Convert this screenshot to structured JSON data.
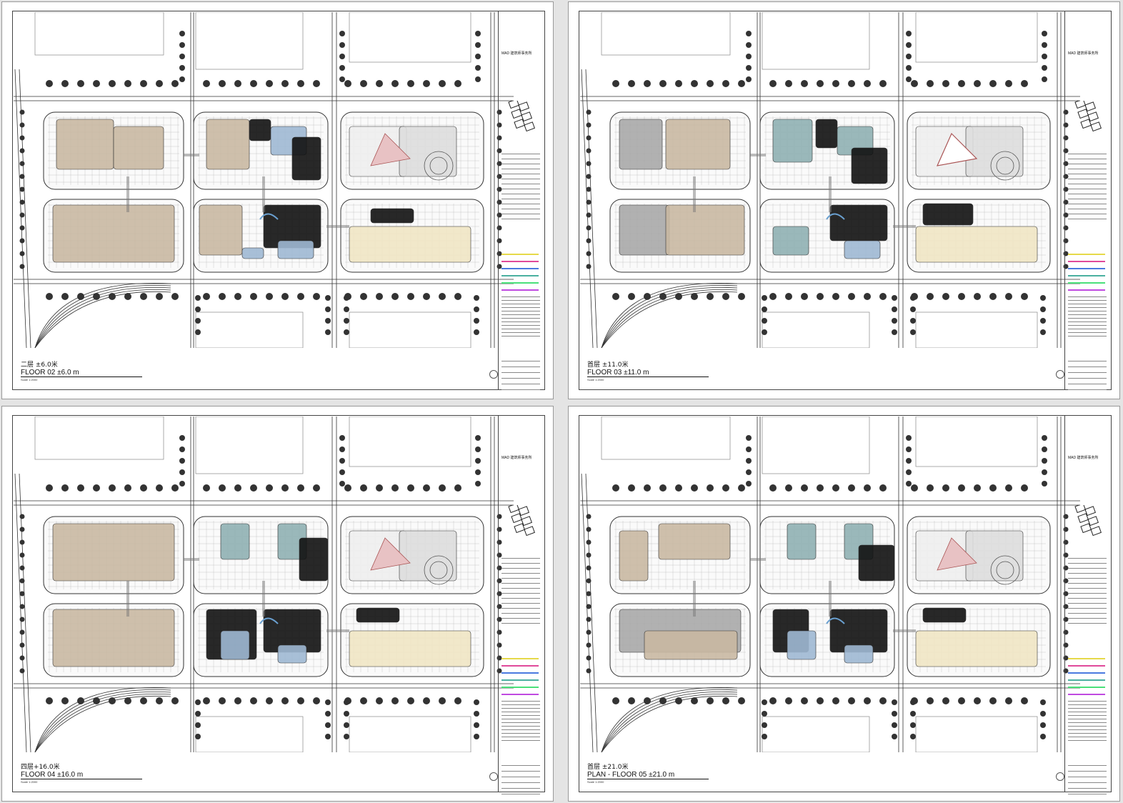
{
  "sheets": [
    {
      "id": "floor02",
      "title_cn": "二层 ±6.0米",
      "title_en": "FLOOR 02 ±6.0 m",
      "scale": "Scale 1:2000",
      "firm": "MAD 建筑师事务所"
    },
    {
      "id": "floor03",
      "title_cn": "首层 ±11.0米",
      "title_en": "FLOOR 03 ±11.0 m",
      "scale": "Scale 1:2000",
      "firm": "MAD 建筑师事务所"
    },
    {
      "id": "floor04",
      "title_cn": "四层+16.0米",
      "title_en": "FLOOR 04 ±16.0 m",
      "scale": "Scale 1:2000",
      "firm": "MAD 建筑师事务所"
    },
    {
      "id": "floor05",
      "title_cn": "首层 ±21.0米",
      "title_en": "PLAN - FLOOR 05 ±21.0 m",
      "scale": "Scale 1:2000",
      "firm": "MAD 建筑师事务所"
    }
  ],
  "colors": {
    "tan": "#c9b8a2",
    "blue": "#9fb8d3",
    "teal": "#8fb0b2",
    "pink": "#e8c2c4",
    "cream": "#efe6c4",
    "black": "#111111",
    "grey": "#a8a8a8",
    "line": "#333333"
  },
  "legend_colors": [
    "#e6d94a",
    "#e04a9a",
    "#4a7ae0",
    "#4ab0a0",
    "#4ae07a",
    "#c04ae0"
  ],
  "icons": {
    "north": "north-arrow-icon",
    "tree": "tree-icon"
  }
}
